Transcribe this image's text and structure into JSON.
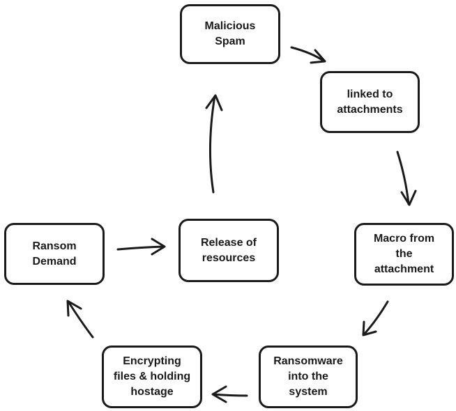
{
  "diagram": {
    "nodes": [
      {
        "id": "malicious-spam",
        "label": "Malicious\nSpam"
      },
      {
        "id": "linked-to-attachments",
        "label": "linked to\nattachments"
      },
      {
        "id": "macro-from-attachment",
        "label": "Macro from\nthe\nattachment"
      },
      {
        "id": "ransomware-into-system",
        "label": "Ransomware\ninto the\nsystem"
      },
      {
        "id": "encrypting-files",
        "label": "Encrypting\nfiles & holding\nhostage"
      },
      {
        "id": "ransom-demand",
        "label": "Ransom\nDemand"
      },
      {
        "id": "release-of-resources",
        "label": "Release of\nresources"
      }
    ],
    "edges": [
      {
        "from": "malicious-spam",
        "to": "linked-to-attachments"
      },
      {
        "from": "linked-to-attachments",
        "to": "macro-from-attachment"
      },
      {
        "from": "macro-from-attachment",
        "to": "ransomware-into-system"
      },
      {
        "from": "ransomware-into-system",
        "to": "encrypting-files"
      },
      {
        "from": "encrypting-files",
        "to": "ransom-demand"
      },
      {
        "from": "ransom-demand",
        "to": "release-of-resources"
      },
      {
        "from": "release-of-resources",
        "to": "malicious-spam"
      }
    ],
    "colors": {
      "stroke": "#1a1a1a",
      "background": "#ffffff"
    }
  }
}
